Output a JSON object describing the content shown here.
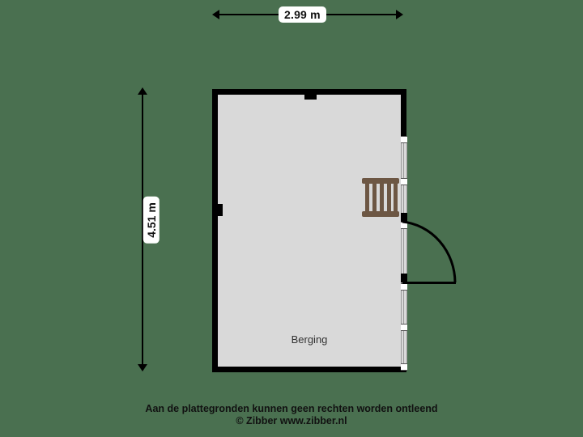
{
  "plan": {
    "room_label": "Berging",
    "dimensions": {
      "width_label": "2.99 m",
      "height_label": "4.51 m",
      "width_m": 2.99,
      "height_m": 4.51,
      "unit": "m"
    },
    "features": {
      "ladder_name": "ladder",
      "door_name": "single-swing-door",
      "window_name": "window-glazing-band"
    }
  },
  "footer": {
    "disclaimer": "Aan de plattegronden kunnen geen rechten worden ontleend",
    "copyright": "© Zibber www.zibber.nl"
  },
  "colors": {
    "background": "#4a7050",
    "floor": "#d9d9d9",
    "wall": "#000000",
    "ladder": "#6d5744",
    "label_box": "#ffffff"
  }
}
